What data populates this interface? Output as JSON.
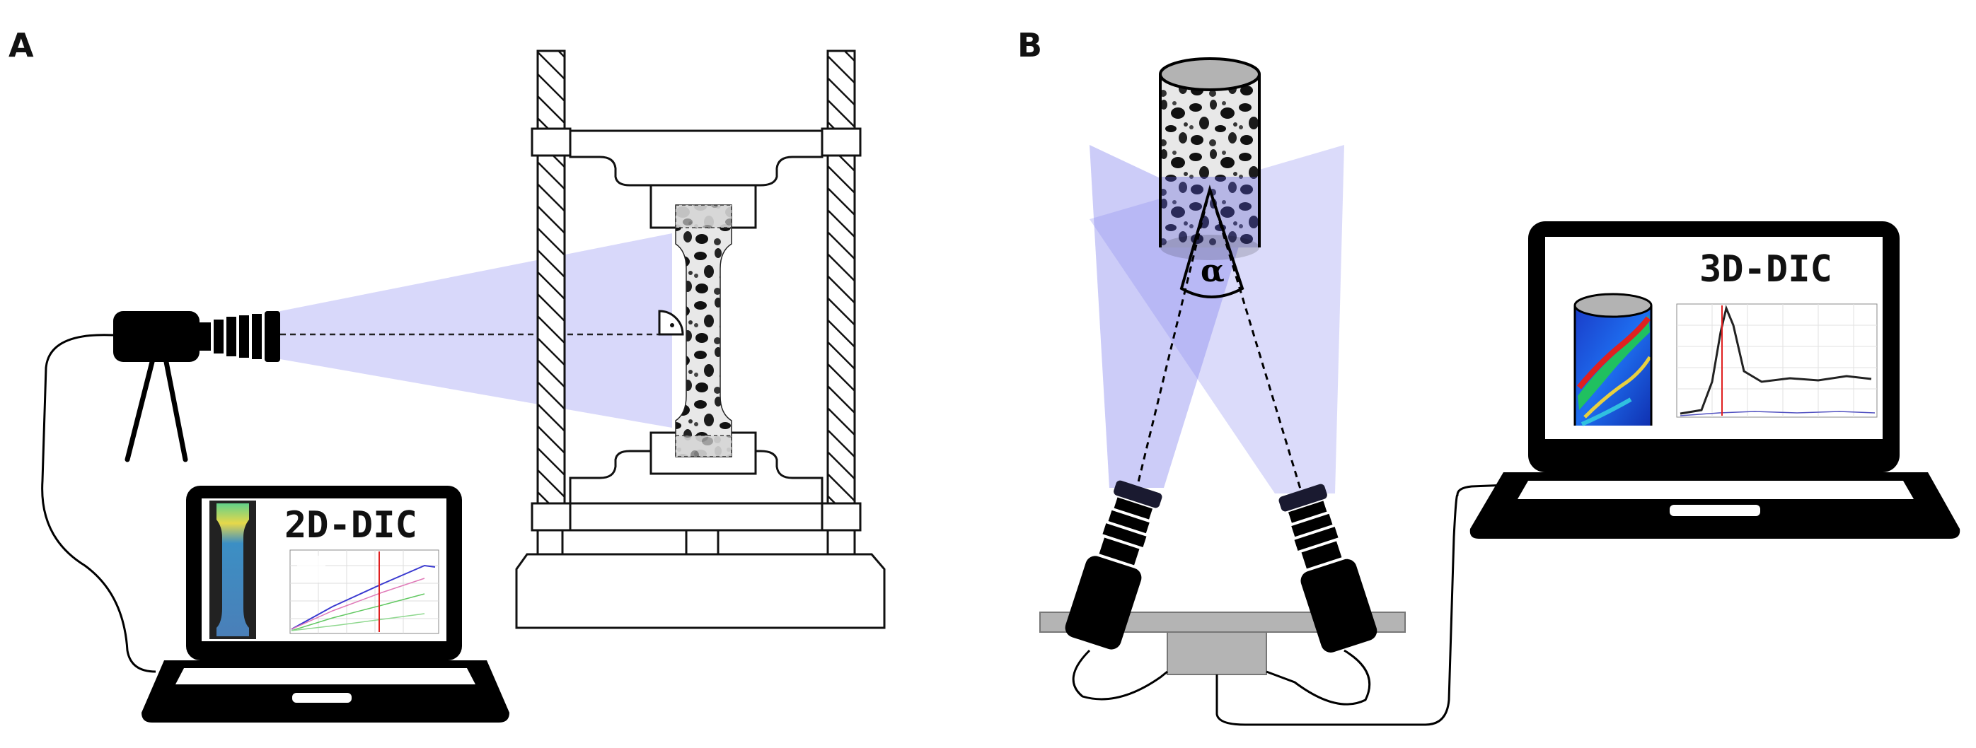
{
  "panels": [
    {
      "label": "A",
      "screen_title": "2D-DIC"
    },
    {
      "label": "B",
      "screen_title": "3D-DIC",
      "angle_symbol": "α"
    }
  ],
  "colors": {
    "beam": "#8f8ff0",
    "ink": "#000000",
    "frame_stroke": "#111111",
    "grip_gray": "#bbbbbb",
    "stand_gray": "#b4b4b4"
  },
  "icons": [
    "camera-icon",
    "tripod-icon",
    "laptop-icon",
    "tensile-testing-machine",
    "specimen-speckle",
    "cylinder-specimen-icon",
    "strain-map-thumbnail",
    "chart-thumbnail"
  ]
}
